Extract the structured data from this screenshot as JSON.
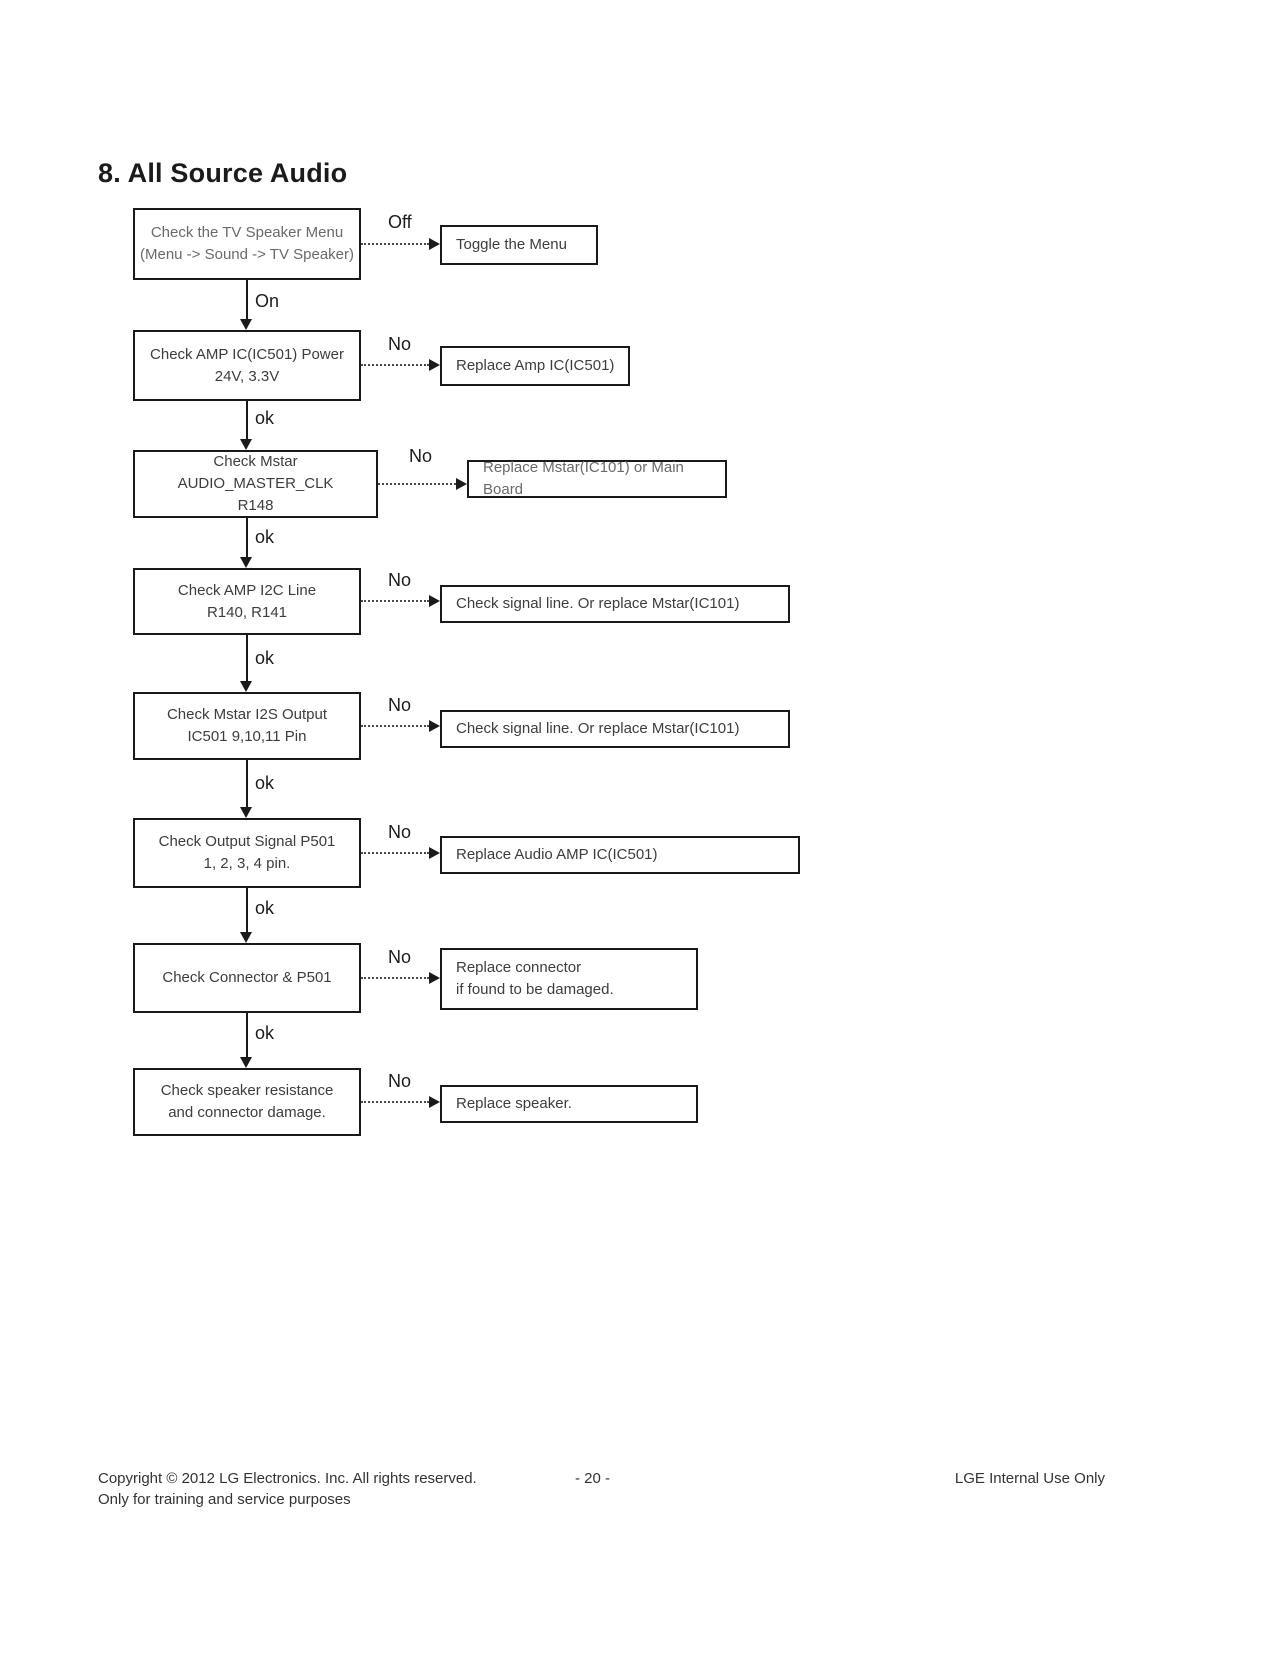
{
  "page": {
    "title": "8. All Source Audio"
  },
  "flow": {
    "steps": [
      {
        "check_lines": [
          "Check the TV Speaker Menu",
          "(Menu -> Sound -> TV Speaker)"
        ],
        "branch_label": "Off",
        "action_lines": [
          "Toggle the Menu"
        ],
        "down_label": "On"
      },
      {
        "check_lines": [
          "Check AMP IC(IC501) Power",
          "24V, 3.3V"
        ],
        "branch_label": "No",
        "action_lines": [
          "Replace Amp IC(IC501)"
        ],
        "down_label": "ok"
      },
      {
        "check_lines": [
          "Check Mstar AUDIO_MASTER_CLK",
          "R148"
        ],
        "branch_label": "No",
        "action_lines": [
          "Replace Mstar(IC101) or Main Board"
        ],
        "down_label": "ok"
      },
      {
        "check_lines": [
          "Check AMP I2C Line",
          "R140, R141"
        ],
        "branch_label": "No",
        "action_lines": [
          "Check signal line. Or replace Mstar(IC101)"
        ],
        "down_label": "ok"
      },
      {
        "check_lines": [
          "Check Mstar I2S Output",
          "IC501 9,10,11 Pin"
        ],
        "branch_label": "No",
        "action_lines": [
          "Check signal line. Or replace Mstar(IC101)"
        ],
        "down_label": "ok"
      },
      {
        "check_lines": [
          "Check Output Signal P501",
          "1, 2, 3, 4 pin."
        ],
        "branch_label": "No",
        "action_lines": [
          "Replace Audio AMP IC(IC501)"
        ],
        "down_label": "ok"
      },
      {
        "check_lines": [
          "Check Connector & P501"
        ],
        "branch_label": "No",
        "action_lines": [
          "Replace connector",
          "if found to be damaged."
        ],
        "down_label": "ok"
      },
      {
        "check_lines": [
          "Check speaker resistance",
          "and connector damage."
        ],
        "branch_label": "No",
        "action_lines": [
          "Replace speaker."
        ]
      }
    ]
  },
  "footer": {
    "copyright_line1": "Copyright  © 2012  LG Electronics. Inc. All rights reserved.",
    "copyright_line2": "Only for training and service purposes",
    "page_number": "- 20 -",
    "right_note": "LGE Internal Use Only"
  }
}
